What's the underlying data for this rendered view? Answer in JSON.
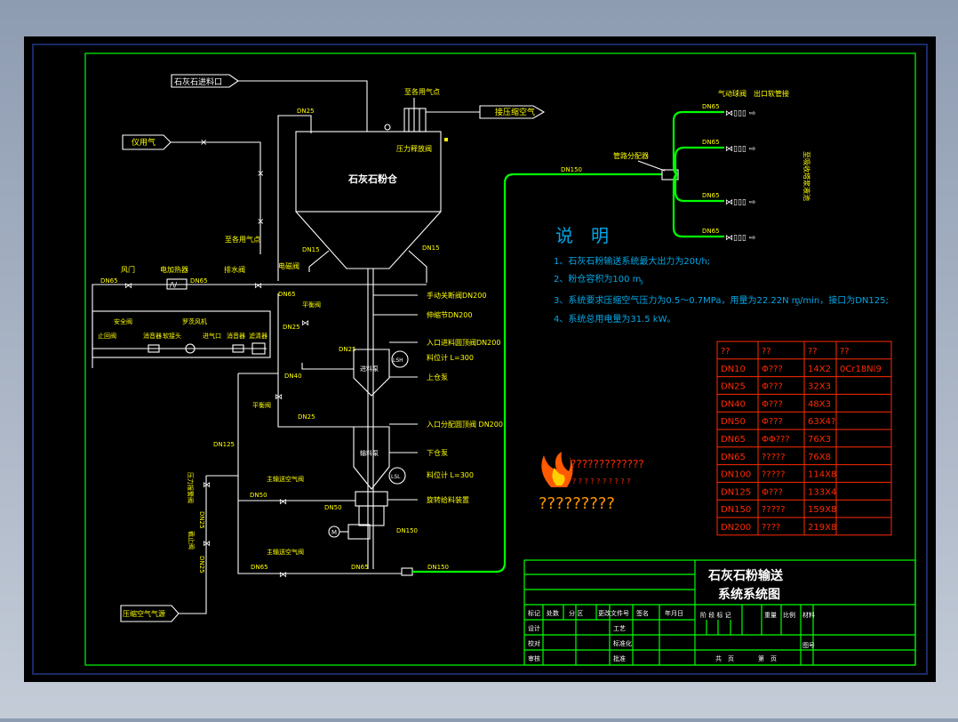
{
  "colors": {
    "background": "#000000",
    "frame": "#00ff00",
    "pipe": "#ffffff",
    "label": "#ffff00",
    "note": "#00a7e6",
    "table": "#ff2a00"
  },
  "pipes": {
    "dn25_top": "DN25",
    "dn15_left": "DN15",
    "dn15_right": "DN15",
    "dn65_a": "DN65",
    "dn65_b": "DN65",
    "dn65_c": "DN65",
    "dn25_valve": "DN25",
    "dn25_b": "DN25",
    "dn25_c": "DN25",
    "dn40": "DN40",
    "dn125_v": "DN125",
    "dn50_a": "DN50",
    "dn50_b": "DN50",
    "dn150_v": "DN150",
    "dn65_bot": "DN65",
    "dn150_bot": "DN150",
    "dn150_main": "DN150",
    "dn25_alarm": "DN25",
    "dn25_stop": "DN25",
    "branch_1": "DN65",
    "branch_2": "DN65",
    "branch_3": "DN65",
    "branch_4": "DN65"
  },
  "labels": {
    "inlet": "石灰石进料口",
    "air_for_use": "仪用气",
    "to_usage_1": "至各用气点",
    "to_usage_2": "至各用气点",
    "compressed_air_top": "接压缩空气",
    "silo": "石灰石粉仓",
    "pressure_valve": "压力释放阀",
    "fan": "风门",
    "heater": "电加热器",
    "drain": "排水阀",
    "elec_valve": "电磁阀",
    "safety_valve": "安全阀",
    "check_valve": "止回阀",
    "silencer": "消音器",
    "flex_joint": "软接头",
    "roots_blower": "罗茨风机",
    "muffler_inlet": "进气口",
    "filter": "滤清器",
    "muffler": "消音器",
    "balance_valve_1": "平衡阀",
    "balance_valve_2": "平衡阀",
    "manual_valve": "手动关断阀DN200",
    "expansion_joint": "伸缩节DN200",
    "inlet_dome": "入口进料圆顶阀DN200",
    "level_lsh": "料位计 L=300",
    "upper_tank_lbl": "上仓泵",
    "upper_tank": "进料泵",
    "inlet_dome_2": "入口分配圆顶阀 DN200",
    "lower_tank_lbl": "下仓泵",
    "lower_tank": "输料泵",
    "level_lsl": "料位计 L=300",
    "rotary_feeder": "旋转给料装置",
    "main_air_1": "主输送空气阀",
    "main_air_2": "主输送空气阀",
    "pressure_alarm": "压力报警阀",
    "stop_valve": "截止阀",
    "compressed_source": "压缩空气气源",
    "pneumatic_valve": "气动球阀",
    "mouth_joint": "出口软管接",
    "distributor": "管路分配器",
    "to_absorber": "至吸收塔浆液池",
    "lsh": "LSH",
    "lsl": "LSL",
    "motor": "M"
  },
  "notes": {
    "title": "说　明",
    "items": [
      "1、石灰石粉输送系统最大出力为20t/h;",
      "2、粉仓容积为100 m",
      "3、系统要求压缩空气压力为0.5～0.7MPa，用量为22.22N m",
      "4、系统总用电量为31.5 kW。"
    ],
    "item2_sup": "3",
    "item3_sub": "3",
    "item3_tail": "/min，接口为DN125;"
  },
  "table": {
    "headers": [
      "??",
      "??",
      "??",
      "??"
    ],
    "rows": [
      [
        "DN10",
        "Φ???",
        "14X2",
        "0Cr18Ni9"
      ],
      [
        "DN25",
        "Φ???",
        "32X3",
        ""
      ],
      [
        "DN40",
        "Φ???",
        "48X3",
        ""
      ],
      [
        "DN50",
        "Φ???",
        "63X4?",
        ""
      ],
      [
        "DN65",
        "ΦΦ???",
        "76X3",
        ""
      ],
      [
        "DN65",
        "?????",
        "76X8",
        ""
      ],
      [
        "DN100",
        "?????",
        "114X8",
        ""
      ],
      [
        "DN125",
        "Φ???",
        "133X4",
        ""
      ],
      [
        "DN150",
        "?????",
        "159X8",
        ""
      ],
      [
        "DN200",
        "????",
        "219X8",
        ""
      ]
    ]
  },
  "logo": {
    "line1": "?????????????",
    "line2": "? ? ? ? ? ? ? ? ? ?",
    "line3": "?????????"
  },
  "title_block": {
    "title_line1": "石灰石粉输送",
    "title_line2": "系统系统图",
    "h_mark": "标记",
    "h_count": "处数",
    "h_zone": "分 区",
    "h_doc": "更改文件号",
    "h_sign": "签名",
    "h_date": "年月日",
    "r_design": "设计",
    "r_std": "标准化",
    "r_check": "校对",
    "r_review": "审核",
    "r_process": "工艺",
    "r_approve": "批准",
    "h_stage": "阶 段 标 记",
    "h_weight": "重量",
    "h_scale": "比例",
    "h_sheets": "共　页",
    "h_sheet": "第　页",
    "h_material": "材料",
    "h_drawing": "图号"
  }
}
